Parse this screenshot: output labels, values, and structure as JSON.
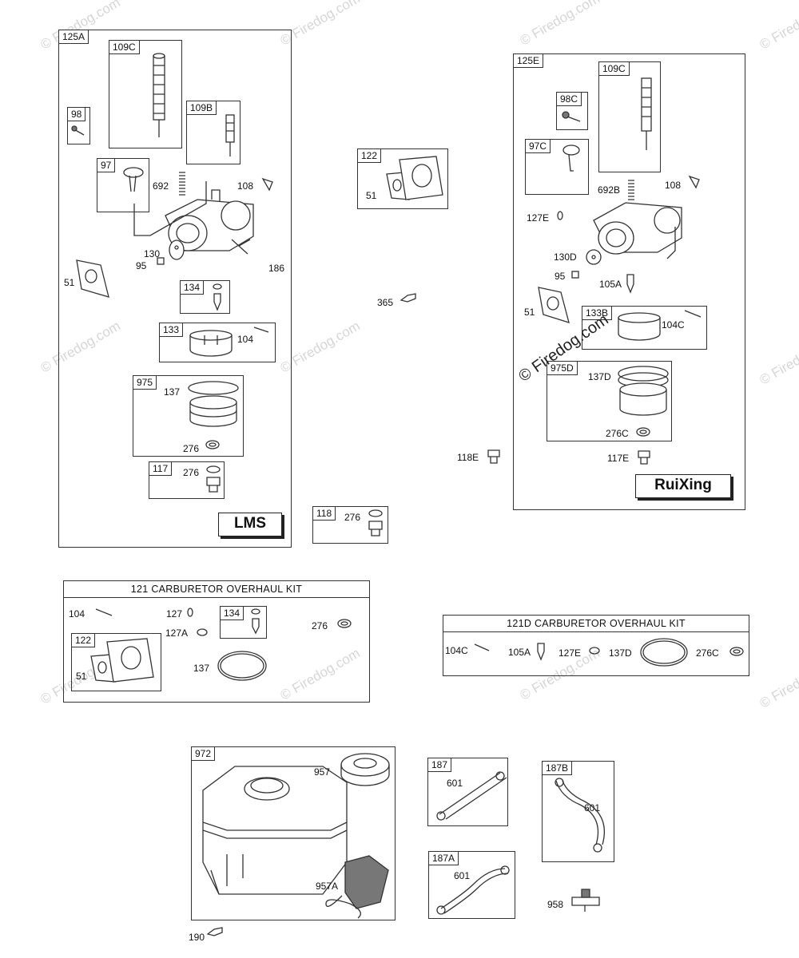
{
  "watermark": {
    "text": "© Firedog.com",
    "overlay_text": "© Firedog.com"
  },
  "groups": {
    "g125A": {
      "tag": "125A",
      "brand": "LMS"
    },
    "g125E": {
      "tag": "125E",
      "brand": "RuiXing"
    },
    "g122": {
      "tag": "122",
      "part": "51"
    },
    "g118": {
      "tag": "118",
      "part": "276"
    }
  },
  "tags": {
    "t109C_a": "109C",
    "t98": "98",
    "t109B": "109B",
    "t97": "97",
    "t134": "134",
    "t133": "133",
    "t975": "975",
    "t117": "117",
    "t109C_b": "109C",
    "t98C": "98C",
    "t97C": "97C",
    "t133B": "133B",
    "t975D": "975D",
    "t122k": "122",
    "t134k": "134",
    "t972": "972",
    "t187": "187",
    "t187A": "187A",
    "t187B": "187B"
  },
  "labels": {
    "l692": "692",
    "l108a": "108",
    "l130": "130",
    "l95a": "95",
    "l186": "186",
    "l51a": "51",
    "l104": "104",
    "l137": "137",
    "l276a": "276",
    "l276b": "276",
    "l365": "365",
    "l692B": "692B",
    "l108b": "108",
    "l127E": "127E",
    "l130D": "130D",
    "l95b": "95",
    "l105A": "105A",
    "l51b": "51",
    "l104C": "104C",
    "l137D": "137D",
    "l276C": "276C",
    "l118E": "118E",
    "l117E": "117E",
    "k104": "104",
    "k127": "127",
    "k127A": "127A",
    "k276": "276",
    "k51": "51",
    "k137": "137",
    "d104C": "104C",
    "d105A": "105A",
    "d127E": "127E",
    "d137D": "137D",
    "d276C": "276C",
    "l957": "957",
    "l957A": "957A",
    "l190": "190",
    "l601a": "601",
    "l601b": "601",
    "l601c": "601",
    "l958": "958"
  },
  "kits": {
    "k121": {
      "title": "121 CARBURETOR OVERHAUL KIT"
    },
    "k121D": {
      "title": "121D CARBURETOR OVERHAUL KIT"
    }
  }
}
